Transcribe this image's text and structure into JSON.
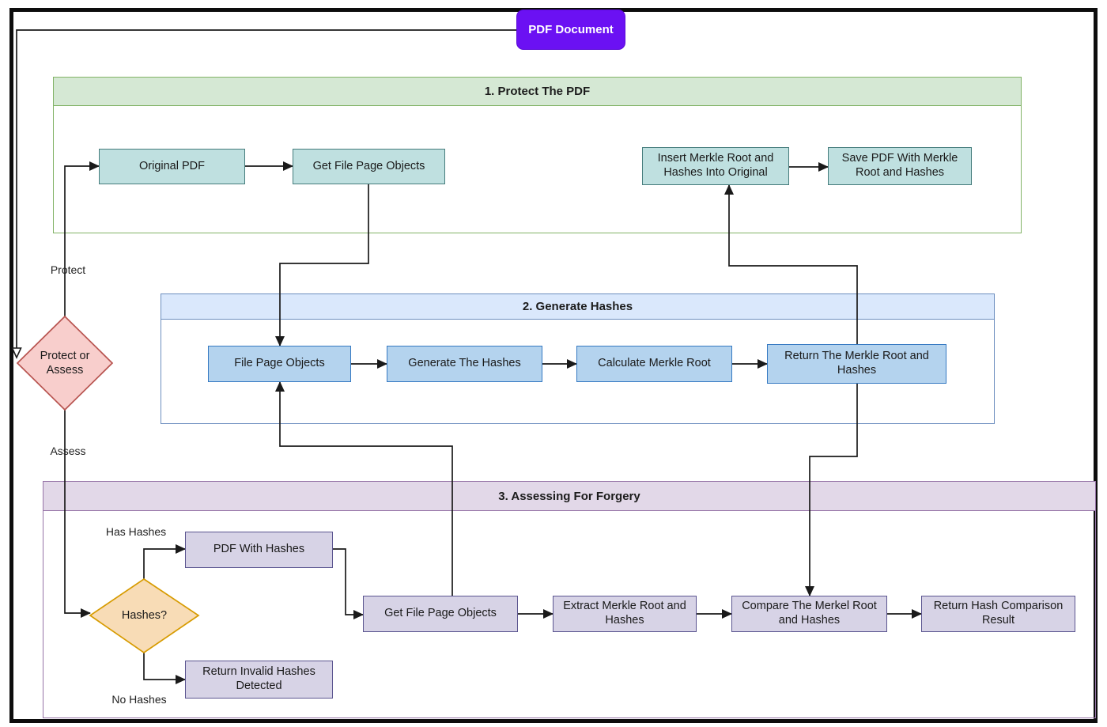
{
  "diagram_title": "PDF Document Merkle hash protect / assess flowchart",
  "start_node": {
    "label": "PDF Document"
  },
  "sections": {
    "protect": {
      "title": "1. Protect The PDF"
    },
    "generate": {
      "title": "2. Generate Hashes"
    },
    "assess": {
      "title": "3. Assessing For Forgery"
    }
  },
  "nodes": {
    "original_pdf": {
      "label": "Original PDF"
    },
    "get_file_page_objects_1": {
      "label": "Get File Page Objects"
    },
    "insert_merkle": {
      "label": "Insert Merkle Root and Hashes Into Original"
    },
    "save_pdf": {
      "label": "Save PDF With Merkle Root and Hashes"
    },
    "file_page_objects": {
      "label": "File Page Objects"
    },
    "generate_the_hashes": {
      "label": "Generate The Hashes"
    },
    "calculate_merkle_root": {
      "label": "Calculate Merkle Root"
    },
    "return_merkle": {
      "label": "Return The Merkle Root and Hashes"
    },
    "pdf_with_hashes": {
      "label": "PDF With Hashes"
    },
    "return_invalid": {
      "label": "Return Invalid Hashes Detected"
    },
    "get_file_page_objects_2": {
      "label": "Get File Page Objects"
    },
    "extract_merkle": {
      "label": "Extract Merkle Root and Hashes"
    },
    "compare_merkle": {
      "label": "Compare The Merkel Root and Hashes"
    },
    "return_hash_result": {
      "label": "Return Hash Comparison Result"
    }
  },
  "decisions": {
    "protect_or_assess": {
      "label": "Protect or Assess"
    },
    "hashes": {
      "label": "Hashes?"
    }
  },
  "edge_labels": {
    "protect": "Protect",
    "assess": "Assess",
    "has_hashes": "Has Hashes",
    "no_hashes": "No Hashes"
  },
  "colors": {
    "start_fill": "#6b11f3",
    "start_border": "#5a0ad6",
    "sec1_band": "#d5e8d4",
    "sec1_border": "#82b366",
    "sec2_band": "#dae8fc",
    "sec2_border": "#6c8ebf",
    "sec3_band": "#e2d8e8",
    "sec3_border": "#9673a6",
    "teal_fill": "#bfe0e0",
    "teal_border": "#457c7c",
    "blue_fill": "#b4d3ee",
    "blue_border": "#3579c2",
    "lav_fill": "#d7d3e6",
    "lav_border": "#5b5590",
    "decision_protect_fill": "#f8cecc",
    "decision_protect_border": "#b85450",
    "decision_hashes_fill": "#f8dcb6",
    "decision_hashes_border": "#d79b00",
    "line": "#1a1a1a",
    "frame": "#0d0d0d"
  }
}
